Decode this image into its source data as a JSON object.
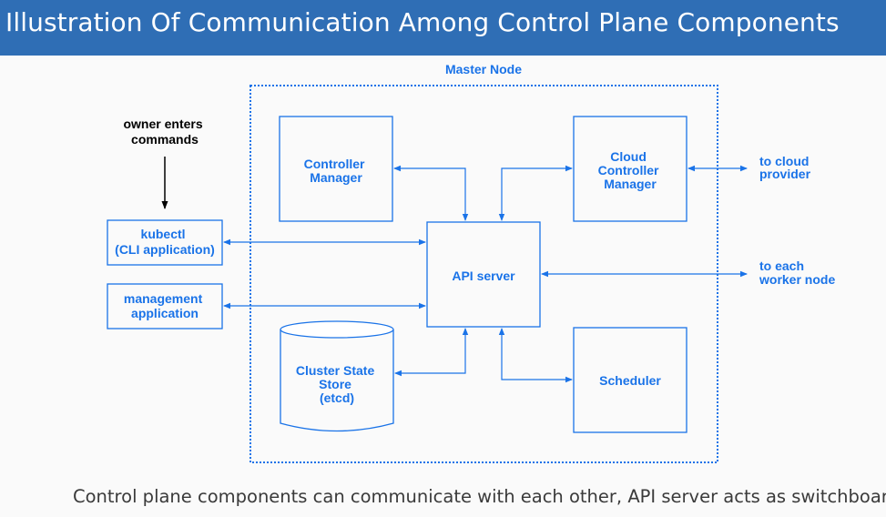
{
  "header": {
    "title": "Illustration Of Communication Among Control Plane Components"
  },
  "diagram": {
    "container_label": "Master Node",
    "owner_note": [
      "owner enters",
      "commands"
    ],
    "nodes": {
      "kubectl": [
        "kubectl",
        "(CLI  application)"
      ],
      "management": [
        "management",
        "application"
      ],
      "controller_manager": [
        "Controller",
        "Manager"
      ],
      "cloud_controller_manager": [
        "Cloud",
        "Controller",
        "Manager"
      ],
      "api_server": [
        "API server"
      ],
      "cluster_state_store": [
        "Cluster State",
        "Store",
        "(etcd)"
      ],
      "scheduler": [
        "Scheduler"
      ]
    },
    "external": {
      "cloud_provider": [
        "to cloud",
        "provider"
      ],
      "worker_node": [
        "to each",
        "worker node"
      ]
    },
    "colors": {
      "title_bar": "#2f6eb5",
      "diagram_blue": "#1a73e8",
      "caption_text": "#3a3a3a"
    }
  },
  "footer": {
    "caption": "Control plane components can communicate with each other, API server acts as switchboard"
  }
}
